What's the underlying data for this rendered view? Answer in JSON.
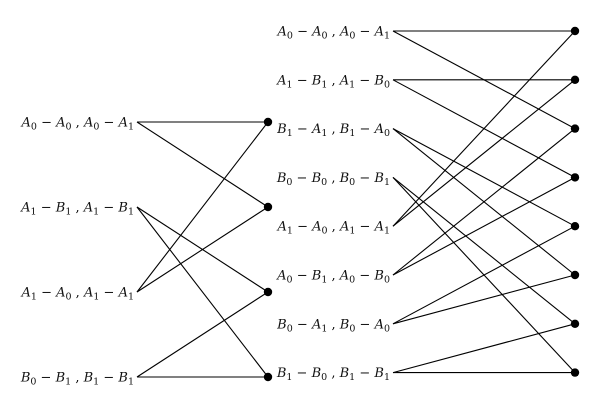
{
  "colors": {
    "line": "#000000",
    "dot": "#000000",
    "text": "#111111",
    "background": "#ffffff"
  },
  "left_graph": {
    "labels": [
      "A0 − A0 , A0 − A1",
      "A1 − B1 , A1 − B1",
      "A1 − A0 , A1 − A1",
      "B0 − B1 , B1 − B1"
    ],
    "label_parts": [
      {
        "a": [
          "A",
          "0",
          "A",
          "0"
        ],
        "b": [
          "A",
          "0",
          "A",
          "1"
        ]
      },
      {
        "a": [
          "A",
          "1",
          "B",
          "1"
        ],
        "b": [
          "A",
          "1",
          "B",
          "1"
        ]
      },
      {
        "a": [
          "A",
          "1",
          "A",
          "0"
        ],
        "b": [
          "A",
          "1",
          "A",
          "1"
        ]
      },
      {
        "a": [
          "B",
          "0",
          "B",
          "1"
        ],
        "b": [
          "B",
          "1",
          "B",
          "1"
        ]
      }
    ],
    "right_nodes": 4,
    "edges": [
      [
        0,
        0
      ],
      [
        0,
        1
      ],
      [
        1,
        2
      ],
      [
        1,
        3
      ],
      [
        2,
        0
      ],
      [
        2,
        1
      ],
      [
        3,
        2
      ],
      [
        3,
        3
      ]
    ]
  },
  "right_graph": {
    "labels": [
      "A0 − A0 , A0 − A1",
      "A1 − B1 , A1 − B0",
      "B1 − A1 , B1 − A0",
      "B0 − B0 , B0 − B1",
      "A1 − A0 , A1 − A1",
      "A0 − B1 , A0 − B0",
      "B0 − A1 , B0 − A0",
      "B1 − B0 , B1 − B1"
    ],
    "label_parts": [
      {
        "a": [
          "A",
          "0",
          "A",
          "0"
        ],
        "b": [
          "A",
          "0",
          "A",
          "1"
        ]
      },
      {
        "a": [
          "A",
          "1",
          "B",
          "1"
        ],
        "b": [
          "A",
          "1",
          "B",
          "0"
        ]
      },
      {
        "a": [
          "B",
          "1",
          "A",
          "1"
        ],
        "b": [
          "B",
          "1",
          "A",
          "0"
        ]
      },
      {
        "a": [
          "B",
          "0",
          "B",
          "0"
        ],
        "b": [
          "B",
          "0",
          "B",
          "1"
        ]
      },
      {
        "a": [
          "A",
          "1",
          "A",
          "0"
        ],
        "b": [
          "A",
          "1",
          "A",
          "1"
        ]
      },
      {
        "a": [
          "A",
          "0",
          "B",
          "1"
        ],
        "b": [
          "A",
          "0",
          "B",
          "0"
        ]
      },
      {
        "a": [
          "B",
          "0",
          "A",
          "1"
        ],
        "b": [
          "B",
          "0",
          "A",
          "0"
        ]
      },
      {
        "a": [
          "B",
          "1",
          "B",
          "0"
        ],
        "b": [
          "B",
          "1",
          "B",
          "1"
        ]
      }
    ],
    "right_nodes": 8,
    "edges": [
      [
        0,
        0
      ],
      [
        0,
        2
      ],
      [
        1,
        1
      ],
      [
        1,
        3
      ],
      [
        2,
        4
      ],
      [
        2,
        5
      ],
      [
        3,
        6
      ],
      [
        3,
        7
      ],
      [
        4,
        0
      ],
      [
        4,
        1
      ],
      [
        5,
        2
      ],
      [
        5,
        3
      ],
      [
        6,
        4
      ],
      [
        6,
        5
      ],
      [
        7,
        6
      ],
      [
        7,
        7
      ]
    ]
  }
}
